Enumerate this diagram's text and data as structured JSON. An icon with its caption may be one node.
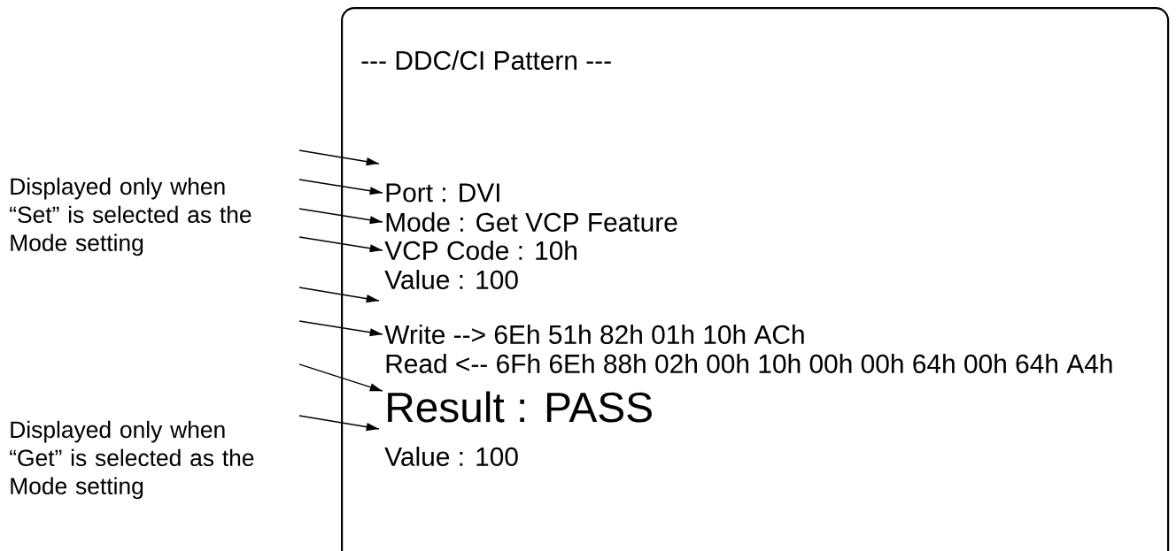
{
  "diagram": {
    "nodes": [
      {
        "text": [],
        "shape": "box"
      },
      {
        "text": [
          "--- DDC/CI Pattern ---"
        ],
        "in": 0
      },
      {
        "text": [
          "Port : DVI"
        ],
        "in": 0
      },
      {
        "text": [
          "Mode : Get VCP Feature"
        ],
        "in": 0
      },
      {
        "text": [
          "VCP Code : 10h"
        ],
        "in": 0
      },
      {
        "text": [
          "Value : 100"
        ],
        "in": 0
      },
      {
        "text": [
          "Write --> 6Eh 51h 82h 01h 10h ACh"
        ],
        "in": 0
      },
      {
        "text": [
          "Read <-- 6Fh 6Eh 88h 02h 00h 10h 00h 00h 64h 00h 64h A4h"
        ],
        "in": 0
      },
      {
        "text": [
          "Result : PASS"
        ],
        "in": 0
      },
      {
        "text": [
          "Value : 100"
        ],
        "in": 0
      }
    ],
    "edges": [
      {
        "from": null,
        "to": 0,
        "arrow": "to"
      },
      {
        "from": null,
        "to": 2,
        "arrow": "to"
      },
      {
        "from": null,
        "to": 3,
        "arrow": "to"
      },
      {
        "from": null,
        "to": 4,
        "arrow": "to"
      },
      {
        "from": null,
        "to": 0,
        "arrow": "to"
      },
      {
        "from": null,
        "to": 6,
        "arrow": "to"
      },
      {
        "from": null,
        "to": 8,
        "arrow": "to"
      },
      {
        "from": null,
        "to": 0,
        "arrow": "to"
      }
    ],
    "labels": [
      "Displayed only when “Set” is selected as the Mode setting",
      "Displayed only when “Get” is selected as the Mode setting"
    ]
  }
}
